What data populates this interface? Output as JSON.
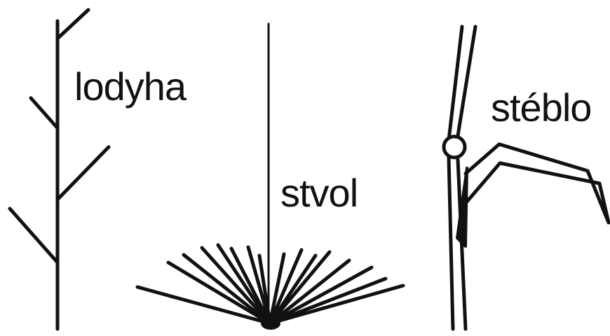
{
  "labels": {
    "lodyha": "lodyha",
    "stvol": "stvol",
    "steblo": "stéblo"
  },
  "colors": {
    "ink": "#111111",
    "background": "#ffffff"
  }
}
